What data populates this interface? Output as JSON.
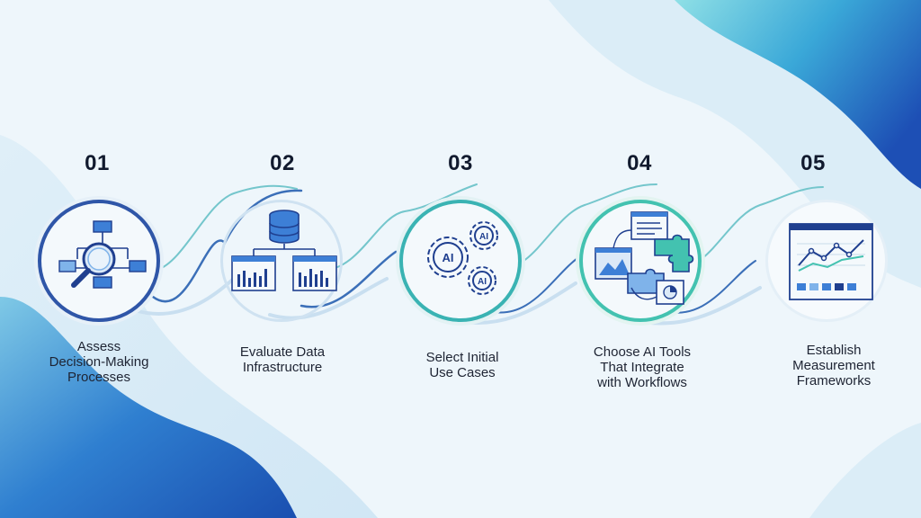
{
  "steps": [
    {
      "number": "01",
      "label_lines": [
        "Assess",
        "Decision-Making",
        "Processes"
      ],
      "icon": "magnifier-flowchart-icon",
      "ring_color": "#2f56a8"
    },
    {
      "number": "02",
      "label_lines": [
        "Evaluate Data",
        "Infrastructure"
      ],
      "icon": "database-dashboard-icon",
      "ring_color": "#8fb8d8"
    },
    {
      "number": "03",
      "label_lines": [
        "Select Initial",
        "Use Cases"
      ],
      "icon": "ai-gears-icon",
      "ring_color": "#3ab3b3"
    },
    {
      "number": "04",
      "label_lines": [
        "Choose AI Tools",
        "That Integrate",
        "with Workflows"
      ],
      "icon": "puzzle-integration-icon",
      "ring_color": "#43c2b0"
    },
    {
      "number": "05",
      "label_lines": [
        "Establish",
        "Measurement",
        "Frameworks"
      ],
      "icon": "line-chart-dashboard-icon",
      "ring_color": "#e4eff7"
    }
  ],
  "icon_text": {
    "ai": "AI"
  },
  "colors": {
    "navy": "#1f3f8f",
    "blue": "#3d7fd6",
    "light_blue": "#7fb3ea",
    "teal": "#3ab3b3",
    "background": "#eef6fb",
    "wave_dark": "#1d55b8",
    "wave_light": "#8fd3e6"
  }
}
